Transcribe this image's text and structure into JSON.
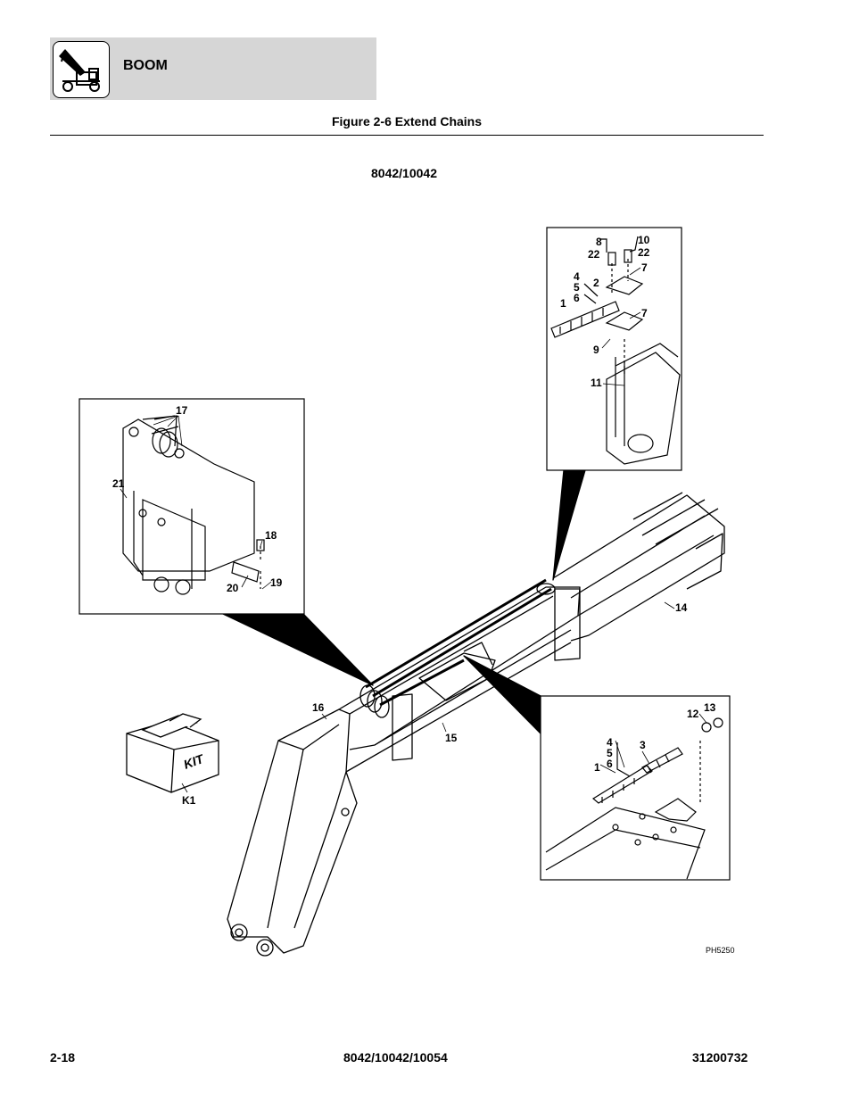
{
  "header": {
    "section": "BOOM"
  },
  "figure": {
    "title": "Figure 2-6 Extend Chains",
    "models": "8042/10042"
  },
  "callouts": {
    "c1a": "1",
    "c2": "2",
    "c4a": "4",
    "c5a": "5",
    "c6a": "6",
    "c7a": "7",
    "c7b": "7",
    "c8": "8",
    "c22a": "22",
    "c9": "9",
    "c10": "10",
    "c22b": "22",
    "c11": "11",
    "c17": "17",
    "c21": "21",
    "c18": "18",
    "c19": "19",
    "c20": "20",
    "c14": "14",
    "c15": "15",
    "c16": "16",
    "cK1": "K1",
    "c12": "12",
    "c13": "13",
    "c3": "3",
    "c4b": "4",
    "c5b": "5",
    "c6b": "6",
    "c1b": "1"
  },
  "kit_label": "KIT",
  "drawing_id": "PH5250",
  "footer": {
    "page": "2-18",
    "models": "8042/10042/10054",
    "doc_number": "31200732"
  }
}
